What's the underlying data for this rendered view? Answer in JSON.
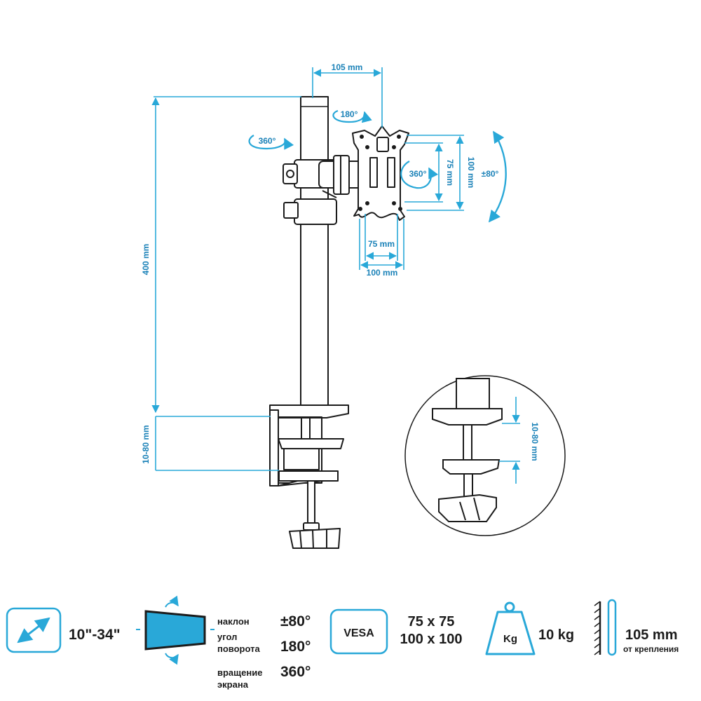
{
  "colors": {
    "accent": "#29a8d8",
    "ink": "#1b1b1b",
    "accent_text": "#1b82b8"
  },
  "dimensions": {
    "top_offset": "105 mm",
    "height": "400 mm",
    "clamp_thickness": "10-80 mm",
    "vesa_w_small": "75 mm",
    "vesa_w_large": "100 mm",
    "vesa_h_small": "75 mm",
    "vesa_h_large": "100 mm",
    "tilt": "±80°",
    "swivel": "180°",
    "rotate_pole": "360°",
    "rotate_plate": "360°",
    "inset_clamp": "10-80 mm"
  },
  "specs": {
    "screen_size": "10\"-34\"",
    "tilt_label": "наклон",
    "tilt_value": "±80°",
    "swivel_label_1": "угол",
    "swivel_label_2": "поворота",
    "swivel_value": "180°",
    "rotation_label_1": "вращение",
    "rotation_label_2": "экрана",
    "rotation_value": "360°",
    "vesa_badge": "VESA",
    "vesa_line_1": "75 x 75",
    "vesa_line_2": "100 x 100",
    "weight_badge": "Kg",
    "weight_value": "10 kg",
    "distance_value": "105 mm",
    "distance_label": "от крепления"
  },
  "icons": [
    "diagonal-arrow-icon",
    "tilt-screen-icon",
    "vesa-icon",
    "weight-icon",
    "wall-distance-icon"
  ]
}
